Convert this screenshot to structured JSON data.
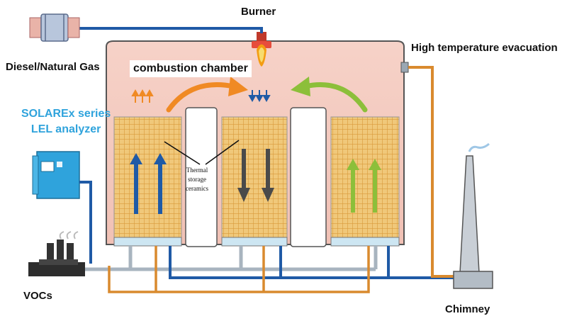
{
  "labels": {
    "burner": "Burner",
    "fuel": "Diesel/Natural Gas",
    "evacuation": "High temperature evacuation",
    "analyzer_line1": "SOLAREx series",
    "analyzer_line2": "LEL analyzer",
    "chamber": "combustion chamber",
    "ceramics_line1": "Thermal",
    "ceramics_line2": "storage",
    "ceramics_line3": "ceramics",
    "vocs": "VOCs",
    "chimney": "Chimney"
  },
  "colors": {
    "chamber_fill": "#f3c7bd",
    "ceramic_fill": "#f0c87a",
    "ceramic_grid": "#d99a3a",
    "pipe_blue": "#1f5aa6",
    "pipe_orange": "#d98a2e",
    "pipe_gray": "#a8b4bf",
    "arrow_orange": "#f08a24",
    "arrow_green": "#8cbf3a",
    "arrow_blue": "#1f5aa6",
    "arrow_gray": "#4a4a4a",
    "analyzer_blue": "#2fa3dc"
  },
  "icons": [
    "fuel-tank-icon",
    "burner-flame-icon",
    "lel-analyzer-icon",
    "vocs-source-icon",
    "chimney-icon"
  ]
}
